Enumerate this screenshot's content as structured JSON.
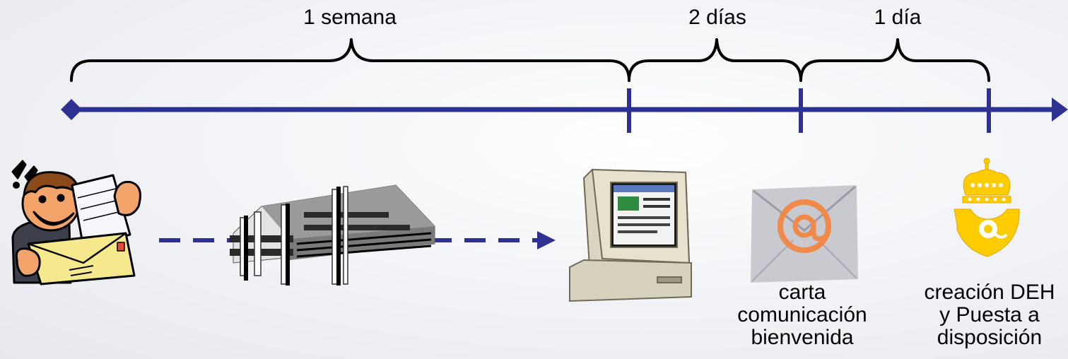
{
  "braces": [
    {
      "label": "1 semana"
    },
    {
      "label": "2 días"
    },
    {
      "label": "1 día"
    }
  ],
  "captions": {
    "welcome_letter": [
      "carta",
      "comunicación",
      "bienvenida"
    ],
    "post_office": [
      "creación DEH",
      "y Puesta a",
      "disposición"
    ]
  },
  "icons": [
    "person-with-letter-icon",
    "office-building-icon",
    "desktop-computer-icon",
    "email-envelope-icon",
    "correos-logo-icon"
  ],
  "colors": {
    "timeline": "#2e3192",
    "brace": "#000000",
    "correos_yellow": "#ffcc00",
    "at_sign": "#f08a4b"
  }
}
